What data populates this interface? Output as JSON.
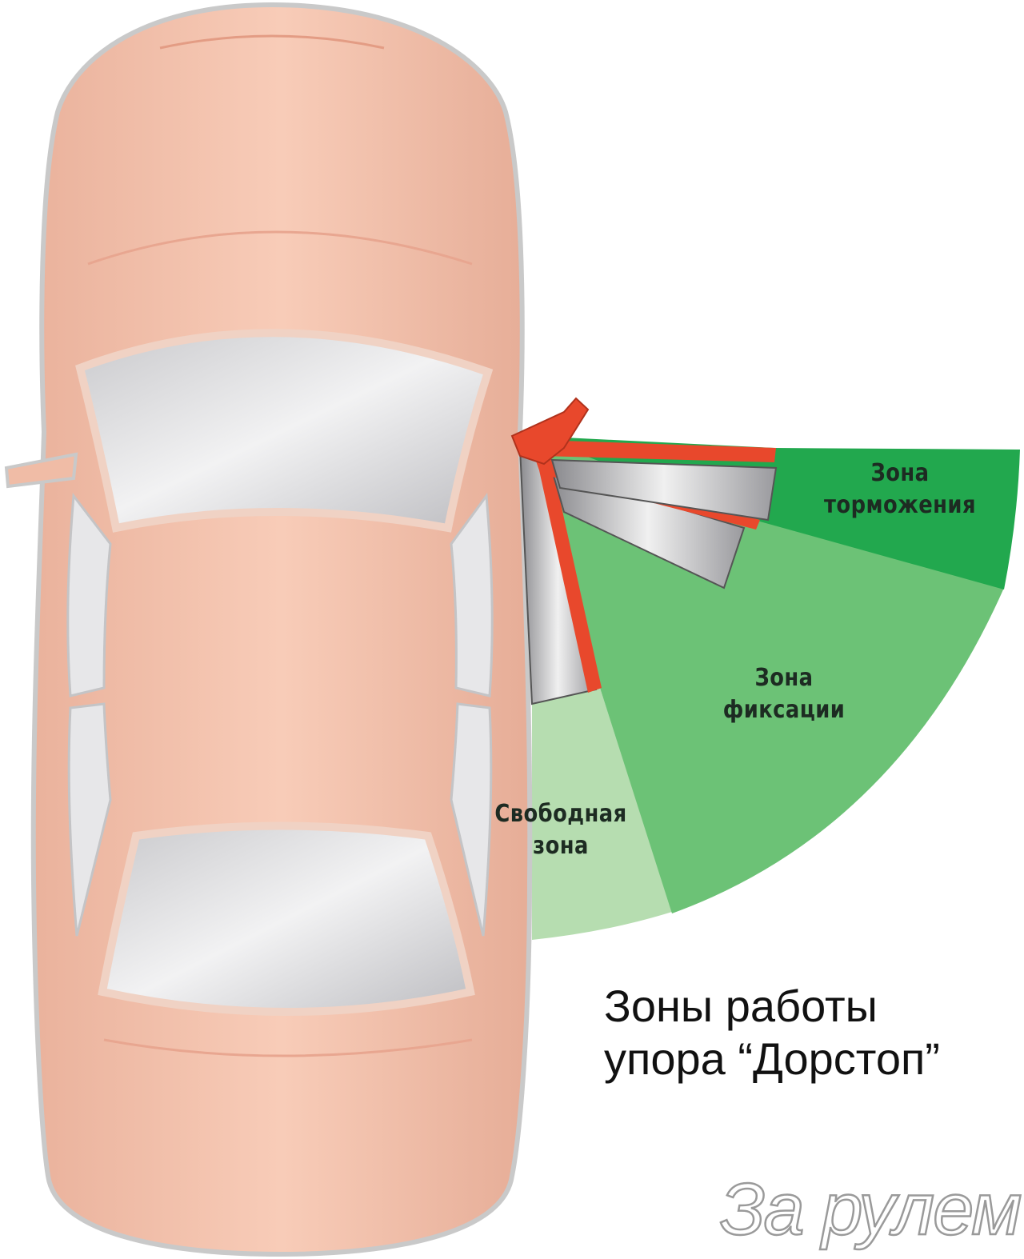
{
  "zones": {
    "braking": {
      "line1": "Зона",
      "line2": "торможения"
    },
    "fixation": {
      "line1": "Зона",
      "line2": "фиксации"
    },
    "free": {
      "line1": "Свободная",
      "line2": "зона"
    }
  },
  "caption": {
    "line1": "Зоны работы",
    "line2": "упора “Дорстоп”"
  },
  "watermark": "За рулем",
  "colors": {
    "car_body": "#f5c3ad",
    "braking_zone": "#22a84e",
    "fixation_zone": "#6cc276",
    "free_zone": "#b6ddb0",
    "door_seal": "#e8482c"
  }
}
